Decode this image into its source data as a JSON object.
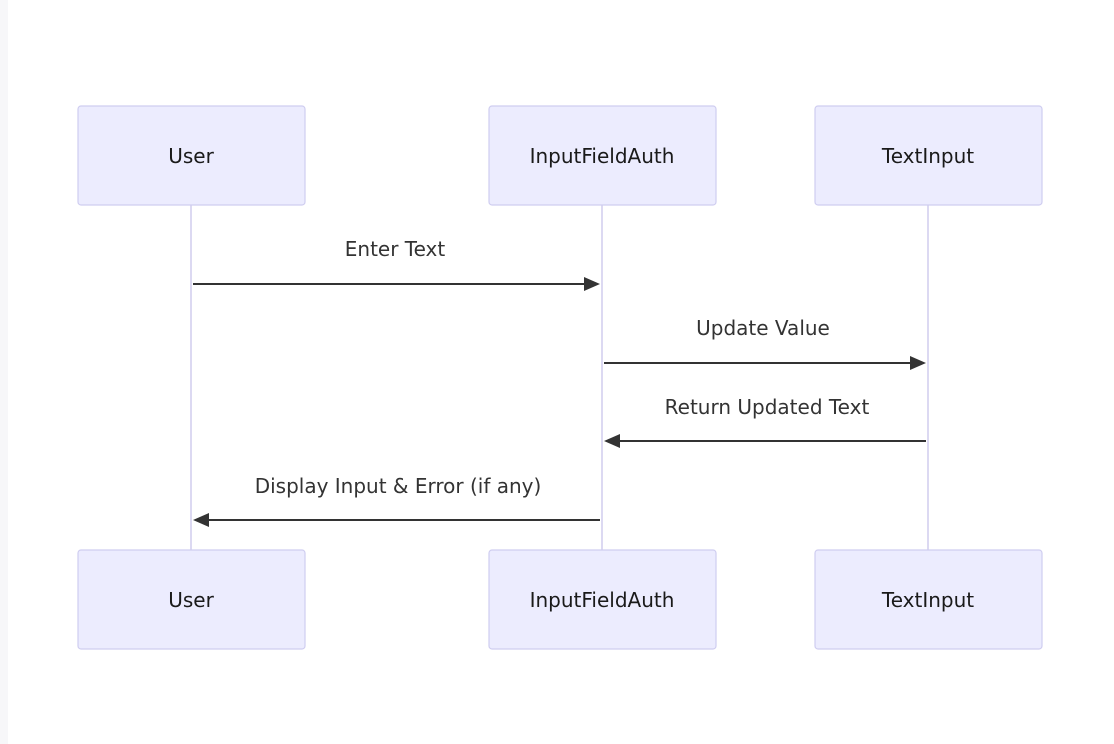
{
  "diagram": {
    "type": "sequence",
    "participants": [
      {
        "id": "user",
        "label": "User"
      },
      {
        "id": "input_field_auth",
        "label": "InputFieldAuth"
      },
      {
        "id": "text_input",
        "label": "TextInput"
      }
    ],
    "messages": [
      {
        "from": "user",
        "to": "input_field_auth",
        "label": "Enter Text"
      },
      {
        "from": "input_field_auth",
        "to": "text_input",
        "label": "Update Value"
      },
      {
        "from": "text_input",
        "to": "input_field_auth",
        "label": "Return Updated Text"
      },
      {
        "from": "input_field_auth",
        "to": "user",
        "label": "Display Input & Error (if any)"
      }
    ],
    "colors": {
      "actor_fill": "#ececfe",
      "actor_stroke": "#cfcdf0",
      "lifeline": "#dcd9f2",
      "message": "#333333"
    }
  }
}
